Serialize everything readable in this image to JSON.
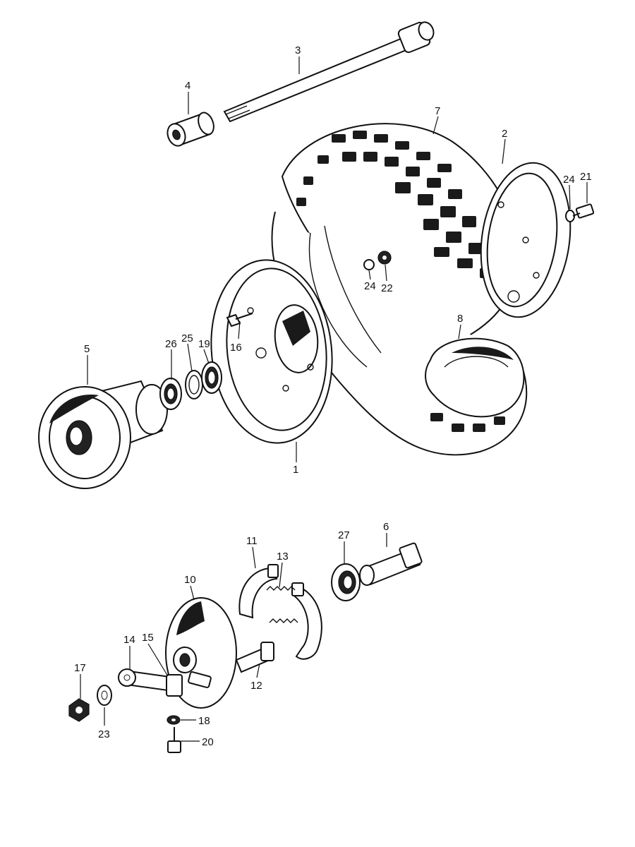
{
  "diagram": {
    "part_numbers": [
      "1",
      "2",
      "3",
      "4",
      "5",
      "6",
      "7",
      "8",
      "10",
      "11",
      "12",
      "13",
      "14",
      "15",
      "16",
      "17",
      "18",
      "19",
      "20",
      "21",
      "22",
      "23",
      "24",
      "24",
      "25",
      "26",
      "27"
    ]
  },
  "labels": {
    "p1": "1",
    "p2": "2",
    "p3": "3",
    "p4": "4",
    "p5": "5",
    "p6": "6",
    "p7": "7",
    "p8": "8",
    "p10": "10",
    "p11": "11",
    "p12": "12",
    "p13": "13",
    "p14": "14",
    "p15": "15",
    "p16": "16",
    "p17": "17",
    "p18": "18",
    "p19": "19",
    "p20": "20",
    "p21": "21",
    "p22": "22",
    "p23": "23",
    "p24a": "24",
    "p24b": "24",
    "p25": "25",
    "p26": "26",
    "p27": "27"
  }
}
